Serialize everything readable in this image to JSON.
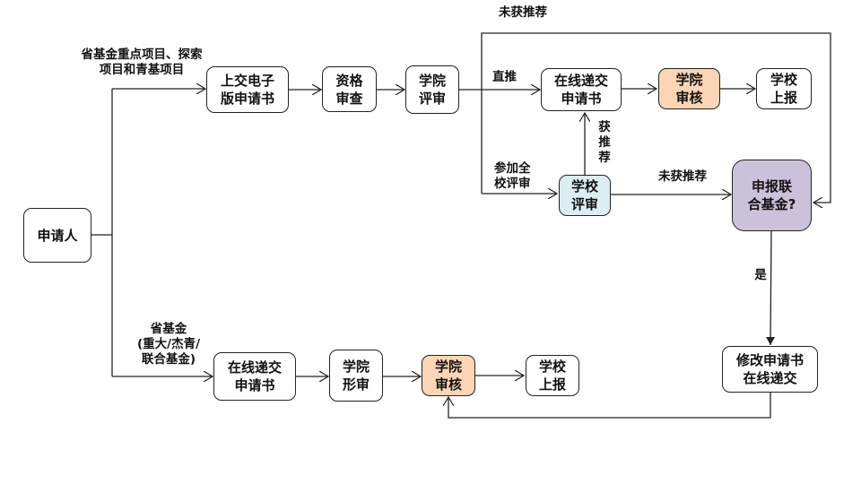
{
  "nodes": {
    "applicant": "申请人",
    "submit_electronic": "上交电子\n版申请书",
    "qualification_check": "资格\n审查",
    "college_evaluation": "学院\n评审",
    "online_submit_top": "在线递交\n申请书",
    "college_review_top": "学院\n审核",
    "school_report_top": "学校\n上报",
    "school_evaluation": "学校\n评审",
    "joint_fund_decision": "申报联\n合基金?",
    "online_submit_bottom": "在线递交\n申请书",
    "college_format_review": "学院\n形审",
    "college_review_bottom": "学院\n审核",
    "school_report_bottom": "学校\n上报",
    "revise_resubmit": "修改申请书\n在线递交"
  },
  "labels": {
    "branch_top": "省基金重点项目、探索\n项目和青基项目",
    "branch_bottom": "省基金\n(重大/杰青/\n联合基金)",
    "not_recommended_top": "未获推荐",
    "direct_recommend": "直推",
    "join_school_review": "参加全\n校评审",
    "recommended": "获\n推\n荐",
    "not_recommended_mid": "未获推荐",
    "yes": "是"
  },
  "colors": {
    "review_fill": "#fbd5b5",
    "school_eval_fill": "#dbeef4",
    "decision_fill": "#ccc1da",
    "line": "#222222"
  }
}
